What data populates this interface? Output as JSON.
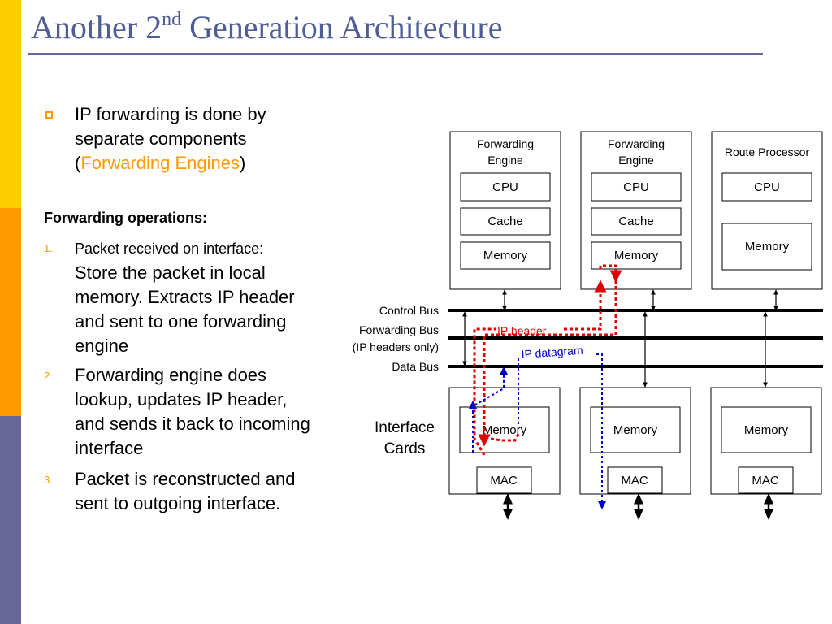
{
  "slide": {
    "title_main": "Another 2",
    "title_sup": "nd",
    "title_rest": " Generation Architecture",
    "colors": {
      "title": "#4F5D95",
      "accent": "#FF9900",
      "sidebar_top": "#FFCC00",
      "sidebar_mid": "#FF9900",
      "sidebar_bottom": "#666699",
      "ip_header_path": "#E00000",
      "ip_datagram_path": "#0000CC"
    }
  },
  "bullet": {
    "text_before": "IP forwarding is done by separate components (",
    "highlight": "Forwarding Engines",
    "text_after": ")"
  },
  "operations": {
    "heading": "Forwarding operations:",
    "items": [
      {
        "num": "1.",
        "first_line": "Packet received on interface:",
        "rest": "Store the packet in local memory. Extracts IP header and sent to one forwarding engine"
      },
      {
        "num": "2.",
        "text": "Forwarding engine does lookup, updates IP header, and sends it back to incoming interface"
      },
      {
        "num": "3.",
        "text": "Packet is reconstructed and sent to outgoing interface."
      }
    ]
  },
  "diagram": {
    "engines": [
      {
        "title_line1": "Forwarding",
        "title_line2": "Engine",
        "cpu": "CPU",
        "cache": "Cache",
        "memory": "Memory"
      },
      {
        "title_line1": "Forwarding",
        "title_line2": "Engine",
        "cpu": "CPU",
        "cache": "Cache",
        "memory": "Memory"
      }
    ],
    "route_processor": {
      "title": "Route Processor",
      "cpu": "CPU",
      "memory": "Memory"
    },
    "buses": {
      "control": "Control Bus",
      "forwarding_line1": "Forwarding Bus",
      "forwarding_line2": "(IP headers only)",
      "data": "Data Bus"
    },
    "interface_label_line1": "Interface",
    "interface_label_line2": "Cards",
    "cards": [
      {
        "memory": "Memory",
        "mac": "MAC"
      },
      {
        "memory": "Memory",
        "mac": "MAC"
      },
      {
        "memory": "Memory",
        "mac": "MAC"
      }
    ],
    "ip_header_label": "IP header",
    "ip_datagram_label": "IP datagram"
  }
}
